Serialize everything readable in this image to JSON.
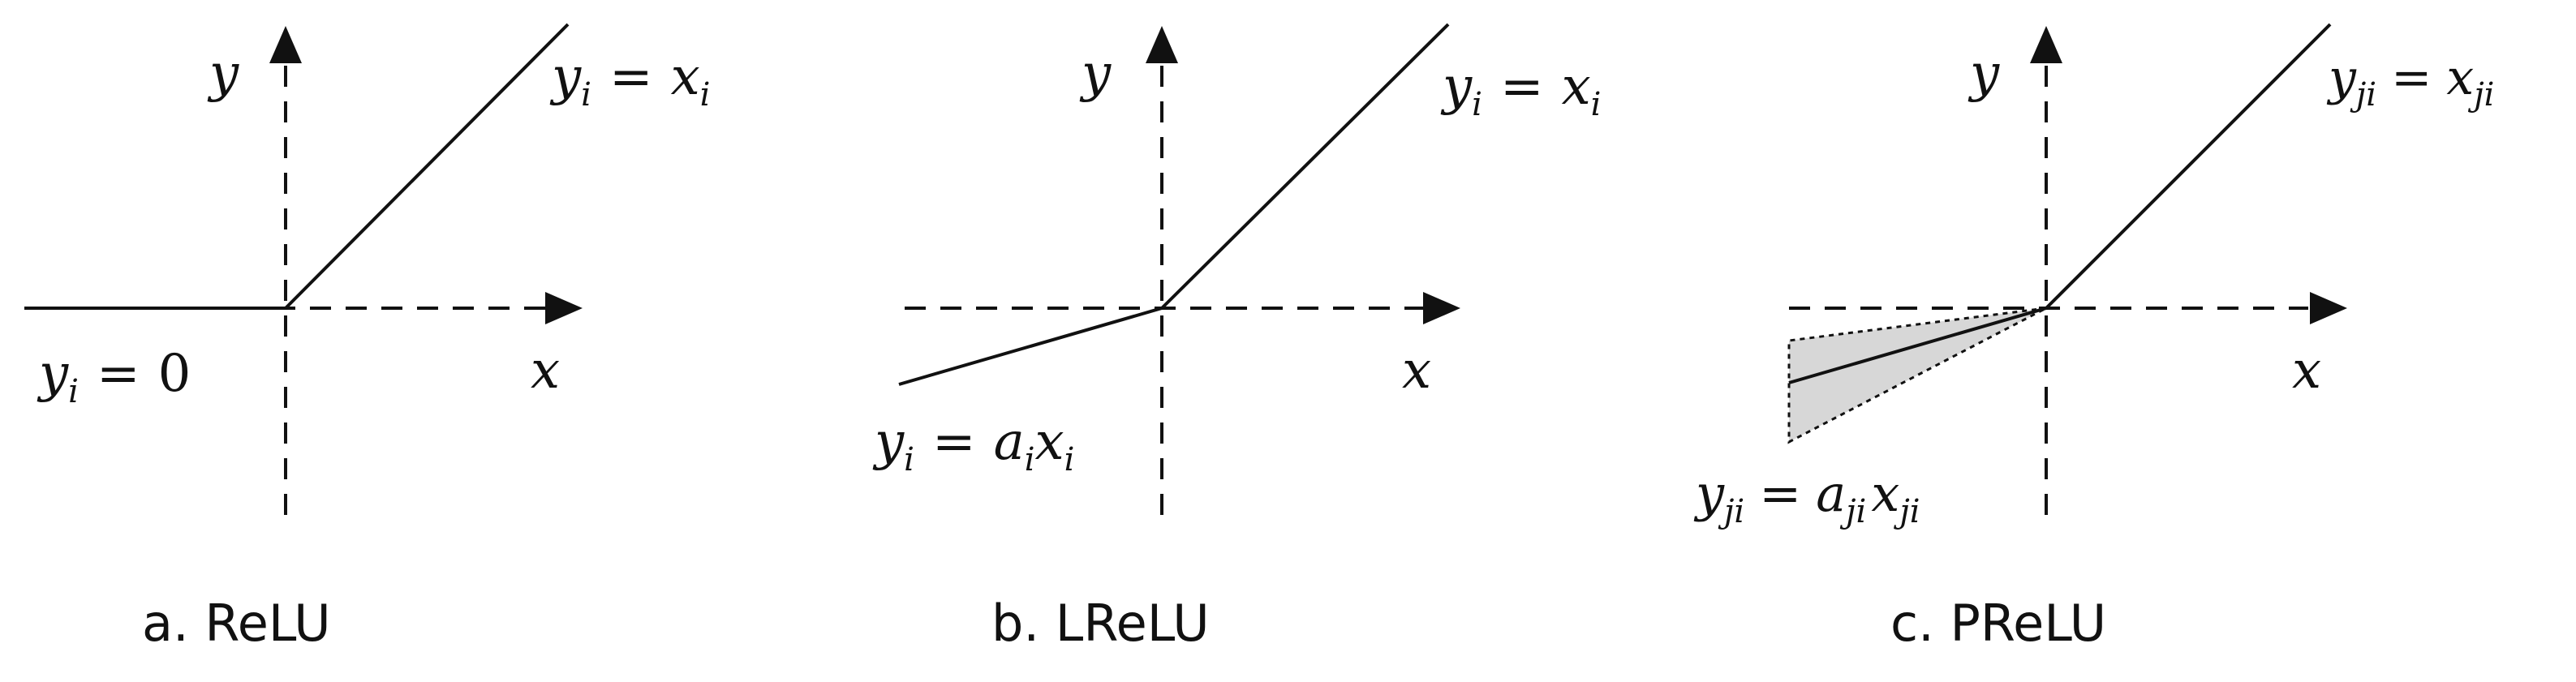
{
  "panels": [
    {
      "id": "a",
      "caption": "a. ReLU",
      "y_axis": "y",
      "x_axis": "x",
      "pos_eq": {
        "y": "y",
        "y_sub": "i",
        "eq": "=",
        "x": "x",
        "x_sub": "i"
      },
      "neg_eq": {
        "y": "y",
        "y_sub": "i",
        "eq": "=",
        "rhs": "0"
      }
    },
    {
      "id": "b",
      "caption": "b. LReLU",
      "y_axis": "y",
      "x_axis": "x",
      "pos_eq": {
        "y": "y",
        "y_sub": "i",
        "eq": "=",
        "x": "x",
        "x_sub": "i"
      },
      "neg_eq": {
        "y": "y",
        "y_sub": "i",
        "eq": "=",
        "a": "a",
        "a_sub": "i",
        "x": "x",
        "x_sub": "i"
      }
    },
    {
      "id": "c",
      "caption": "c. PReLU",
      "y_axis": "y",
      "x_axis": "x",
      "pos_eq": {
        "y": "y",
        "y_sub": "ji",
        "eq": "=",
        "x": "x",
        "x_sub": "ji"
      },
      "neg_eq": {
        "y": "y",
        "y_sub": "ji",
        "eq": "=",
        "a": "a",
        "a_sub": "ji",
        "x": "x",
        "x_sub": "ji"
      }
    }
  ]
}
